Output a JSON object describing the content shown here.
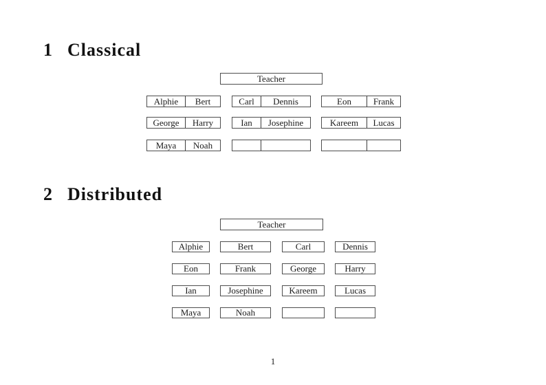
{
  "page_number": "1",
  "classical": {
    "number": "1",
    "title": "Classical",
    "teacher_label": "Teacher",
    "rows": [
      {
        "desks": [
          {
            "seats": [
              "Alphie",
              "Bert"
            ]
          },
          {
            "seats": [
              "Carl",
              "Dennis"
            ]
          },
          {
            "seats": [
              "Eon",
              "Frank"
            ]
          }
        ]
      },
      {
        "desks": [
          {
            "seats": [
              "George",
              "Harry"
            ]
          },
          {
            "seats": [
              "Ian",
              "Josephine"
            ]
          },
          {
            "seats": [
              "Kareem",
              "Lucas"
            ]
          }
        ]
      },
      {
        "desks": [
          {
            "seats": [
              "Maya",
              "Noah"
            ]
          },
          {
            "seats": [
              "",
              ""
            ]
          },
          {
            "seats": [
              "",
              ""
            ]
          }
        ]
      }
    ]
  },
  "distributed": {
    "number": "2",
    "title": "Distributed",
    "teacher_label": "Teacher",
    "rows": [
      {
        "desks": [
          "Alphie",
          "Bert",
          "Carl",
          "Dennis"
        ]
      },
      {
        "desks": [
          "Eon",
          "Frank",
          "George",
          "Harry"
        ]
      },
      {
        "desks": [
          "Ian",
          "Josephine",
          "Kareem",
          "Lucas"
        ]
      },
      {
        "desks": [
          "Maya",
          "Noah",
          "",
          ""
        ]
      }
    ]
  }
}
